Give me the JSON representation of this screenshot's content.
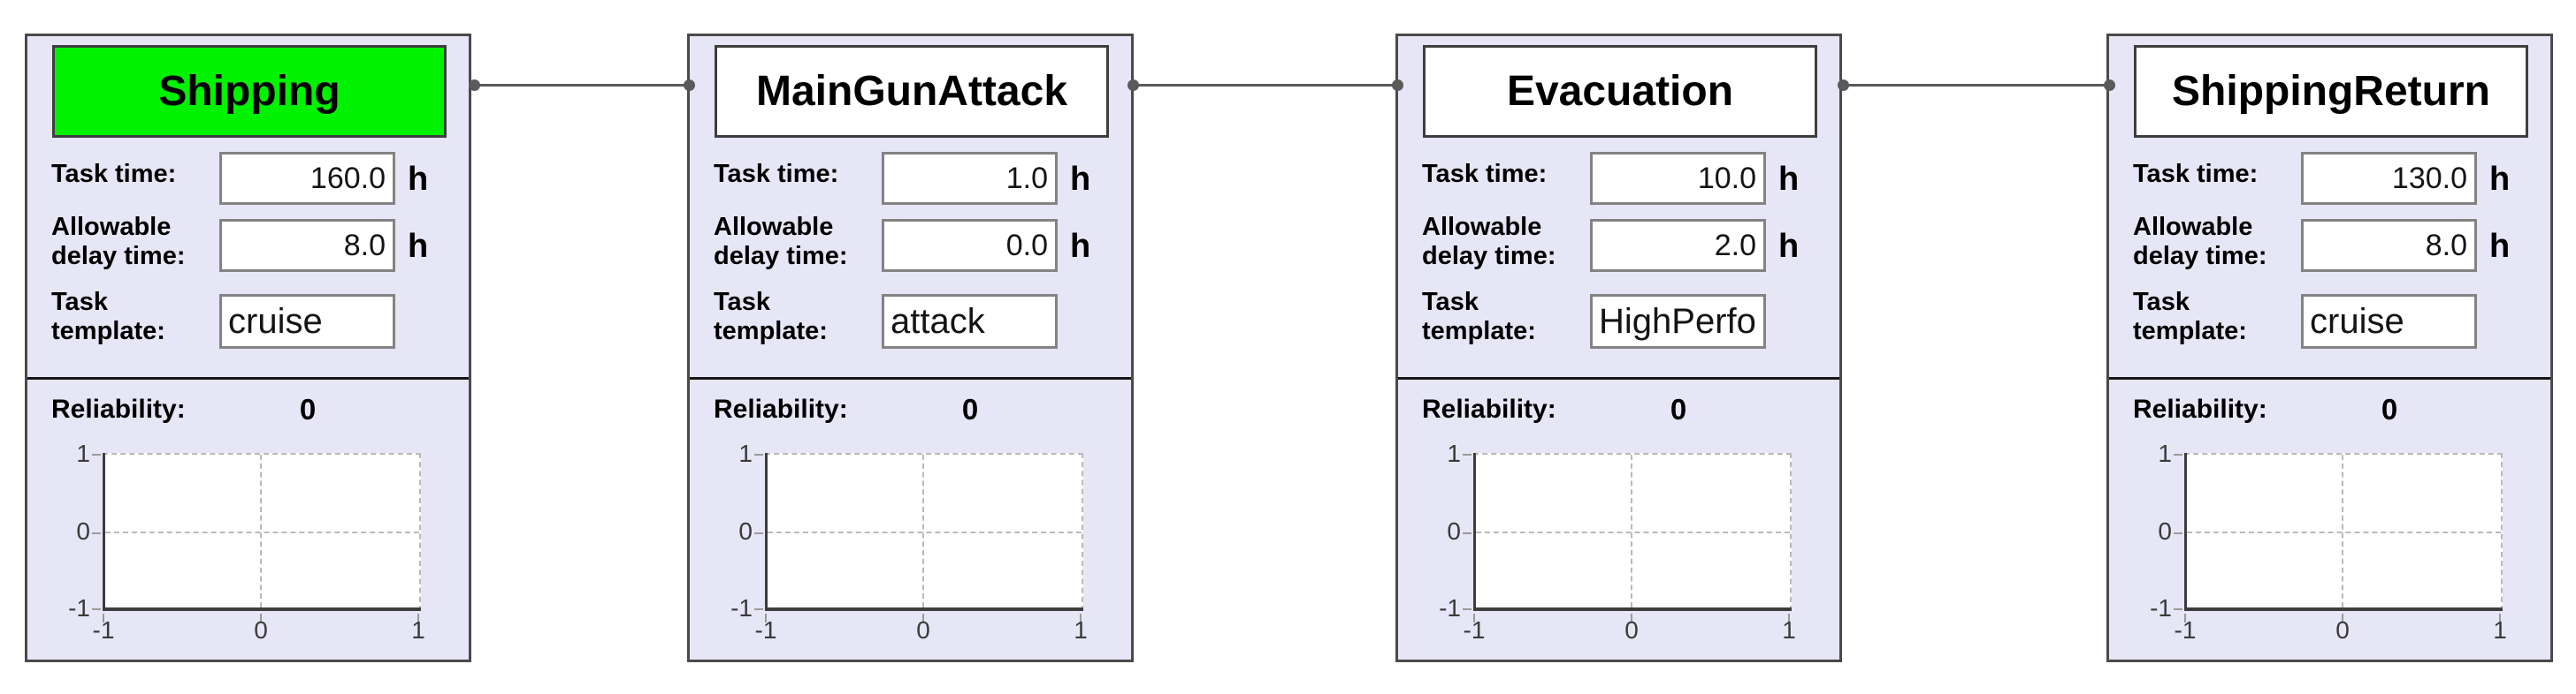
{
  "labels": {
    "task_time": "Task time:",
    "allowable_line1": "Allowable",
    "allowable_line2": "delay time:",
    "template_line1": "Task",
    "template_line2": "template:",
    "reliability": "Reliability:",
    "unit_h": "h"
  },
  "tasks": [
    {
      "name": "Shipping",
      "task_time": "160.0",
      "allowable_delay": "8.0",
      "template": "cruise",
      "reliability": "0",
      "highlighted": true,
      "title_style": "background:#00f200"
    },
    {
      "name": "MainGunAttack",
      "task_time": "1.0",
      "allowable_delay": "0.0",
      "template": "attack",
      "reliability": "0",
      "highlighted": false,
      "title_style": "background:#ffffff"
    },
    {
      "name": "Evacuation",
      "task_time": "10.0",
      "allowable_delay": "2.0",
      "template": "HighPerfo",
      "reliability": "0",
      "highlighted": false,
      "title_style": "background:#ffffff"
    },
    {
      "name": "ShippingReturn",
      "task_time": "130.0",
      "allowable_delay": "8.0",
      "template": "cruise",
      "reliability": "0",
      "highlighted": false,
      "title_style": "background:#ffffff"
    }
  ],
  "reliability_plot": {
    "type": "line",
    "title": "",
    "xlim": [
      -1,
      1
    ],
    "ylim": [
      -1,
      1
    ],
    "grid": true,
    "series": [],
    "yticks": [
      "1",
      "0",
      "-1"
    ],
    "xticks": [
      "-1",
      "0",
      "1"
    ]
  },
  "colors": {
    "block_background": "#e6e6f7",
    "block_border": "#4a4a4a",
    "highlight_green": "#00f200",
    "connector": "#5a5a5a",
    "grid_dash": "#b9b9b9"
  }
}
